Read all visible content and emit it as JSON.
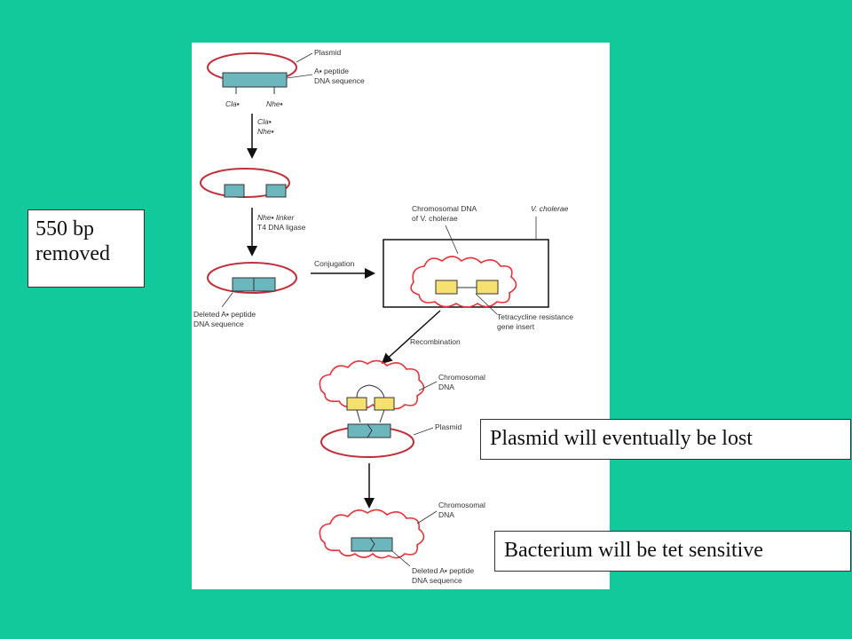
{
  "callouts": {
    "bp_removed": "550 bp removed",
    "plasmid_lost": "Plasmid will eventually be lost",
    "tet_sensitive": "Bacterium will be tet sensitive"
  },
  "labels": {
    "plasmid": "Plasmid",
    "a_peptide_line1": "A▪ peptide",
    "a_peptide_line2": "DNA sequence",
    "cla": "Cla▪",
    "nhe": "Nhe▪",
    "cla_step": "Cla▪",
    "nhe_step": "Nhe▪",
    "linker_line1": "Nhe▪ linker",
    "linker_line2": "T4 DNA ligase",
    "deleted_line1": "Deleted A▪ peptide",
    "deleted_line2": "DNA sequence",
    "conjugation": "Conjugation",
    "chromosomal_vc_line1": "Chromosomal DNA",
    "chromosomal_vc_line2": "of V. cholerae",
    "v_cholerae": "V. cholerae",
    "tet_line1": "Tetracycline resistance",
    "tet_line2": "gene insert",
    "recombination": "Recombination",
    "chromosomal_1_line1": "Chromosomal",
    "chromosomal_1_line2": "DNA",
    "plasmid_2": "Plasmid",
    "chromosomal_2_line1": "Chromosomal",
    "chromosomal_2_line2": "DNA",
    "deleted_2_line1": "Deleted A▪ peptide",
    "deleted_2_line2": "DNA sequence"
  },
  "colors": {
    "background": "#12c99b",
    "plasmid_ring": "#c0303a",
    "gene_box": "#6bb7bd",
    "tet_box": "#f5e070"
  }
}
